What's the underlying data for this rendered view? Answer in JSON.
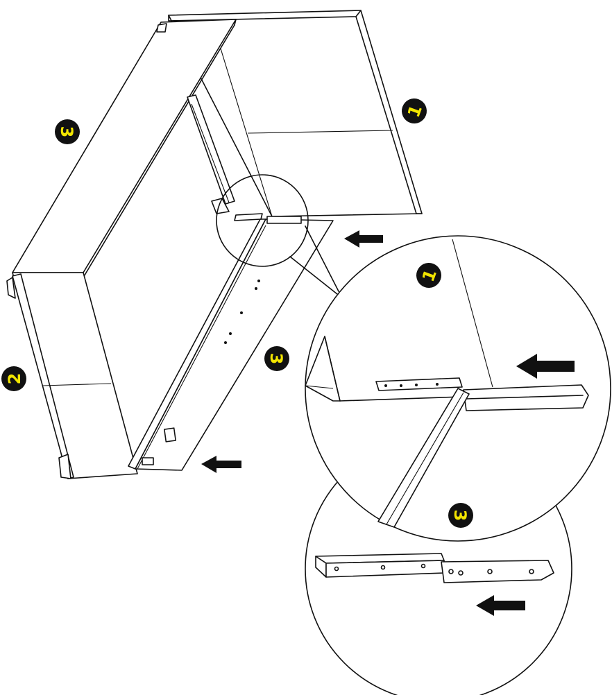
{
  "diagram": {
    "badges": [
      {
        "id": "main-panel-1",
        "label": "1"
      },
      {
        "id": "main-rail-3-left",
        "label": "3"
      },
      {
        "id": "main-rail-3-right",
        "label": "3"
      },
      {
        "id": "main-panel-2",
        "label": "2"
      },
      {
        "id": "zoom-panel-1",
        "label": "1"
      },
      {
        "id": "zoom-rail-3",
        "label": "3"
      }
    ],
    "colors": {
      "badge_fill": "#111111",
      "badge_text": "#f2e500",
      "line": "#111111",
      "background": "#ffffff"
    },
    "icons": [
      "arrow-left-icon",
      "callout-badge-icon"
    ]
  }
}
